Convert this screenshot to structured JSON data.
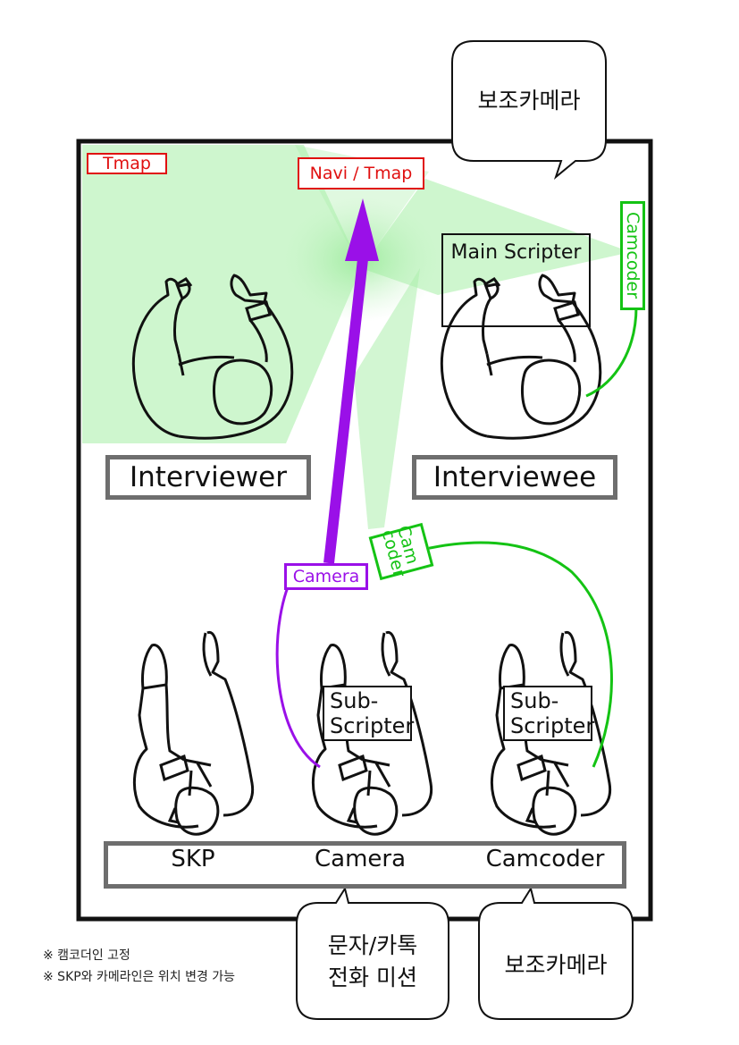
{
  "labels": {
    "tmap": "Tmap",
    "navi_tmap": "Navi / Tmap",
    "main_scripter": "Main Scripter",
    "camcoder_side": "Camcoder",
    "camcoder_middle": "Cam\ncoder",
    "camera_tag": "Camera",
    "interviewer": "Interviewer",
    "interviewee": "Interviewee",
    "sub_scripter": "Sub-\nScripter"
  },
  "bottom_bar": [
    "SKP",
    "Camera",
    "Camcoder"
  ],
  "bubbles": {
    "top_right": "보조카메라",
    "bottom_middle": "문자/카톡\n전화 미션",
    "bottom_right": "보조카메라"
  },
  "notes": [
    "※ 캠코더인 고정",
    "※ SKP와 카메라인은 위치 변경 가능"
  ],
  "colors": {
    "tmap_red": "#e01010",
    "camera_purple": "#9a10e8",
    "camcoder_green": "#14c314",
    "box_gray": "#6e6e6e",
    "view_cone_green": "#a6eea6"
  }
}
